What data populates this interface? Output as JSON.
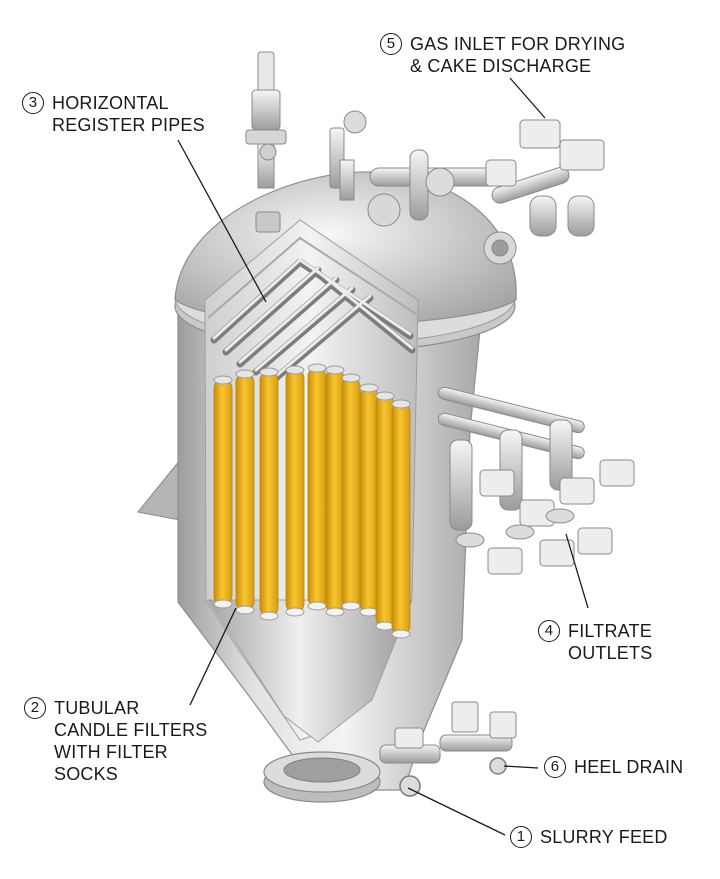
{
  "colors": {
    "steel_light": "#e9e9e9",
    "steel_mid": "#b9b9b9",
    "steel_dark": "#8a8a8a",
    "filter_yellow": "#f2b81c",
    "filter_yellow_dark": "#d39a10",
    "actuator_light": "#ededed",
    "text": "#1a1a1a"
  },
  "callouts": [
    {
      "id": "slurry-feed",
      "number": "1",
      "lines": [
        "SLURRY FEED"
      ]
    },
    {
      "id": "tubular-candle-filters",
      "number": "2",
      "lines": [
        "TUBULAR",
        "CANDLE FILTERS",
        "WITH FILTER",
        "SOCKS"
      ]
    },
    {
      "id": "horizontal-register-pipes",
      "number": "3",
      "lines": [
        "HORIZONTAL",
        "REGISTER PIPES"
      ]
    },
    {
      "id": "filtrate-outlets",
      "number": "4",
      "lines": [
        "FILTRATE",
        "OUTLETS"
      ]
    },
    {
      "id": "gas-inlet",
      "number": "5",
      "lines": [
        "GAS INLET FOR DRYING",
        "& CAKE DISCHARGE"
      ]
    },
    {
      "id": "heel-drain",
      "number": "6",
      "lines": [
        "HEEL DRAIN"
      ]
    }
  ]
}
